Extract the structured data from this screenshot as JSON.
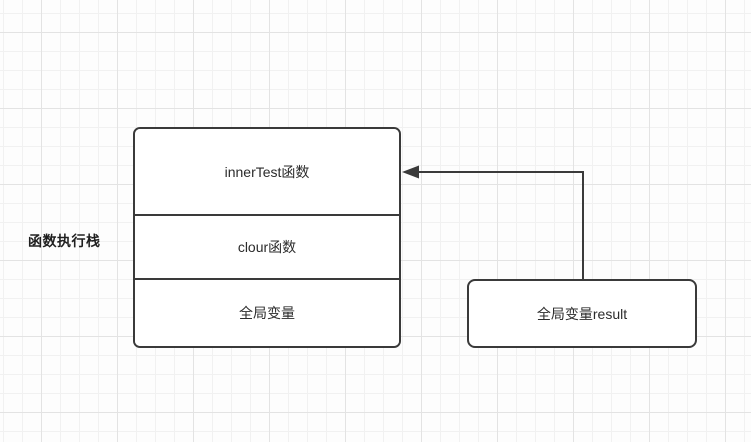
{
  "diagram": {
    "title_label": "函数执行栈",
    "call_stack": {
      "frames": [
        {
          "label": "innerTest函数"
        },
        {
          "label": "clour函数"
        },
        {
          "label": "全局变量"
        }
      ]
    },
    "global_box": {
      "label": "全局变量result"
    },
    "connector": {
      "from": "global_box",
      "to": "innerTest函数",
      "style": "elbow-arrow"
    },
    "colors": {
      "background": "#fdfdfd",
      "grid_minor": "#f1f1f1",
      "grid_major": "#e3e3e3",
      "stroke": "#3a3a3a",
      "text": "#2b2b2b",
      "box_fill": "#ffffff"
    }
  }
}
